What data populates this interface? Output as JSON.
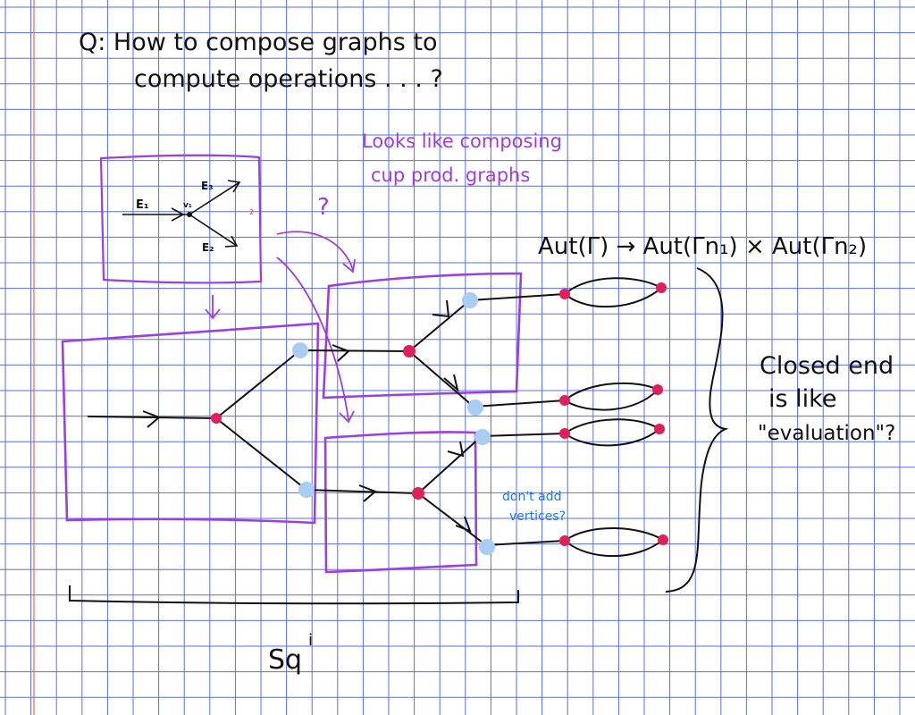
{
  "question": {
    "line1": "Q: How to compose graphs to",
    "line2": "compute operations . . . ?"
  },
  "note_composing": {
    "line1": "Looks like composing",
    "line2": "cup prod. graphs"
  },
  "question_mark": "?",
  "aut_formula": "Aut(Γ) → Aut(Γn₁) × Aut(Γn₂)",
  "closed_end": {
    "line1": "Closed end",
    "line2": "is like",
    "line3": "\"evaluation\"?"
  },
  "dont_add": {
    "line1": "don't add",
    "line2": "vertices?"
  },
  "sq_label": "Sq",
  "sq_superscript": "i",
  "small_graph": {
    "e1": "E₁",
    "e2": "E₂",
    "e3": "E₃",
    "v1": "v₁",
    "tick": "2"
  },
  "colors": {
    "grid": "#5a6ee6",
    "margin": "#e06a6a",
    "ink": "#111111",
    "purple": "#9b3fe0",
    "blue_note": "#1e78e8",
    "vertex": "#e0205a",
    "port": "#a9cdf3"
  }
}
